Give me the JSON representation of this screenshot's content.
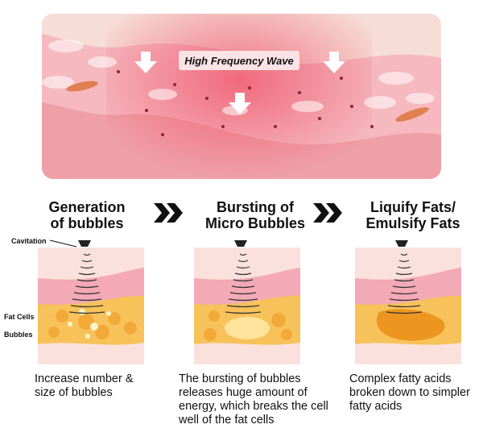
{
  "hero": {
    "wave_label": "High Frequency Wave"
  },
  "callouts": {
    "cavitation": "Cavitation",
    "fat_cells": "Fat Cells",
    "bubbles": "Bubbles"
  },
  "steps": [
    {
      "title_line1": "Generation",
      "title_line2": "of bubbles",
      "description": "Increase number & size of bubbles"
    },
    {
      "title_line1": "Bursting of",
      "title_line2": "Micro Bubbles",
      "description": "The bursting of bubbles releases huge amount of energy, which breaks the cell well of the fat cells"
    },
    {
      "title_line1": "Liquify Fats/",
      "title_line2": "Emulsify Fats",
      "description": "Complex fatty acids broken down to simpler fatty acids"
    }
  ],
  "colors": {
    "skin_pink": "#f4b5bb",
    "wave_red": "#ef4f66",
    "fat_yellow": "#f7c25a",
    "fat_orange": "#ef9a20",
    "chevron": "#111111",
    "arrow": "#ffffff"
  }
}
